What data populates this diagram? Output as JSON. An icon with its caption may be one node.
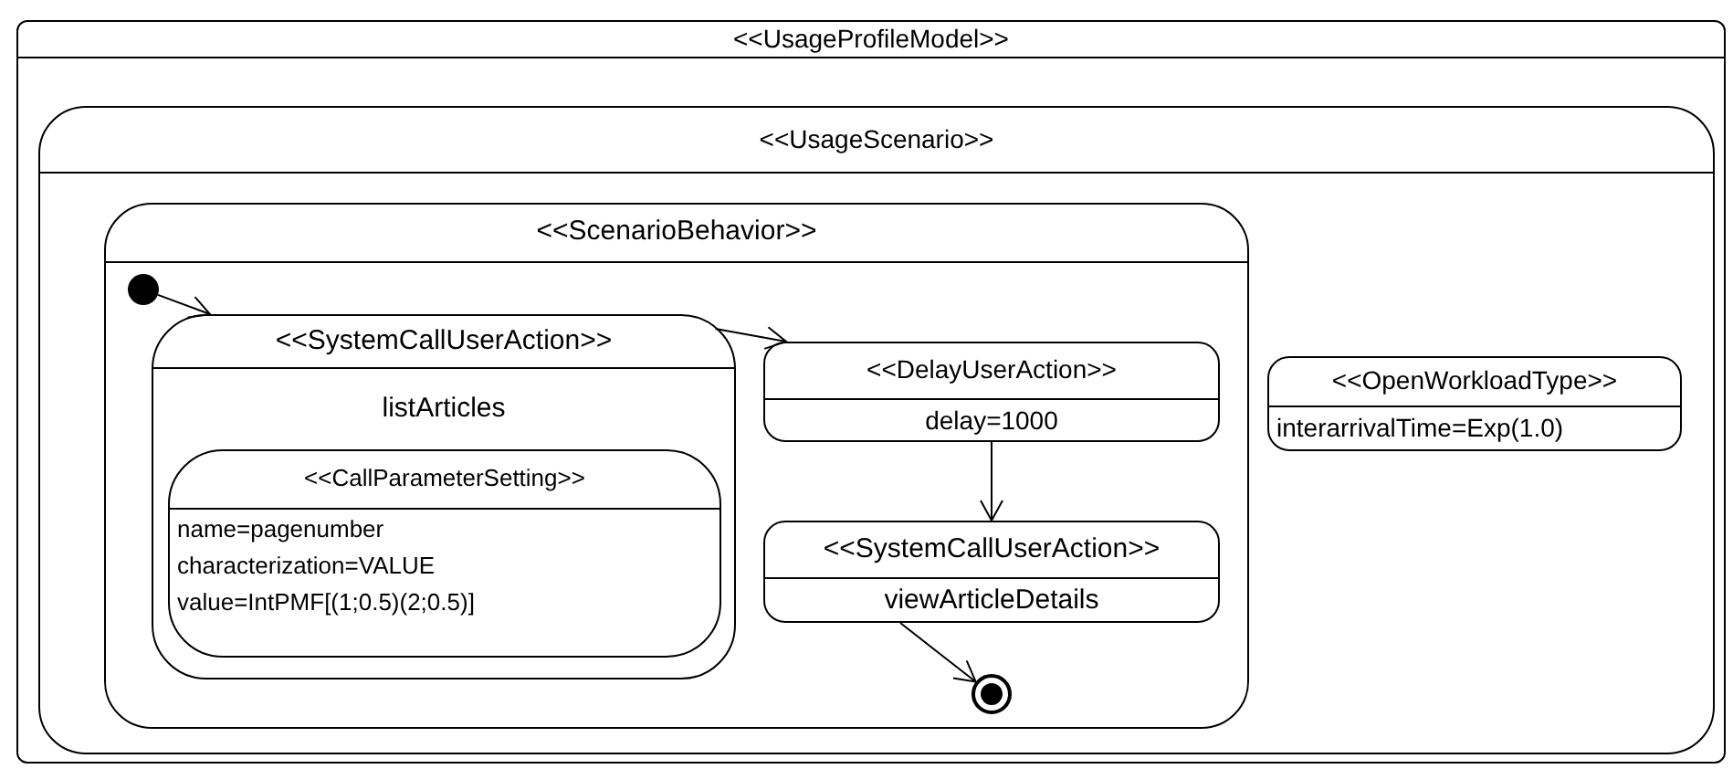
{
  "diagram": {
    "nodes": [
      {
        "text": [
          "<<UsageProfileModel>>"
        ]
      },
      {
        "text": [
          "<<UsageScenario>>"
        ],
        "in": 0
      },
      {
        "text": [
          "<<ScenarioBehavior>>"
        ],
        "in": 1
      },
      {
        "text": [],
        "shape": "circle",
        "in": 2
      },
      {
        "text": [
          "<<SystemCallUserAction>>",
          "listArticles"
        ],
        "in": 2
      },
      {
        "text": [
          "<<CallParameterSetting>>",
          "name=pagenumber",
          "characterization=VALUE",
          "value=IntPMF[(1;0.5)(2;0.5)]"
        ],
        "in": 4
      },
      {
        "text": [
          "<<DelayUserAction>>",
          "delay=1000"
        ],
        "in": 2
      },
      {
        "text": [
          "<<SystemCallUserAction>>",
          "viewArticleDetails"
        ],
        "in": 2
      },
      {
        "text": [],
        "shape": "circle",
        "in": 2
      },
      {
        "text": [
          "<<OpenWorkloadType>>",
          "interarrivalTime=Exp(1.0)"
        ],
        "in": 1
      }
    ],
    "edges": [
      {
        "from": 3,
        "to": 4,
        "arrow": "to"
      },
      {
        "from": 4,
        "to": 6,
        "arrow": "to"
      },
      {
        "from": 6,
        "to": 7,
        "arrow": "to"
      },
      {
        "from": 7,
        "to": 8,
        "arrow": "to"
      }
    ]
  }
}
